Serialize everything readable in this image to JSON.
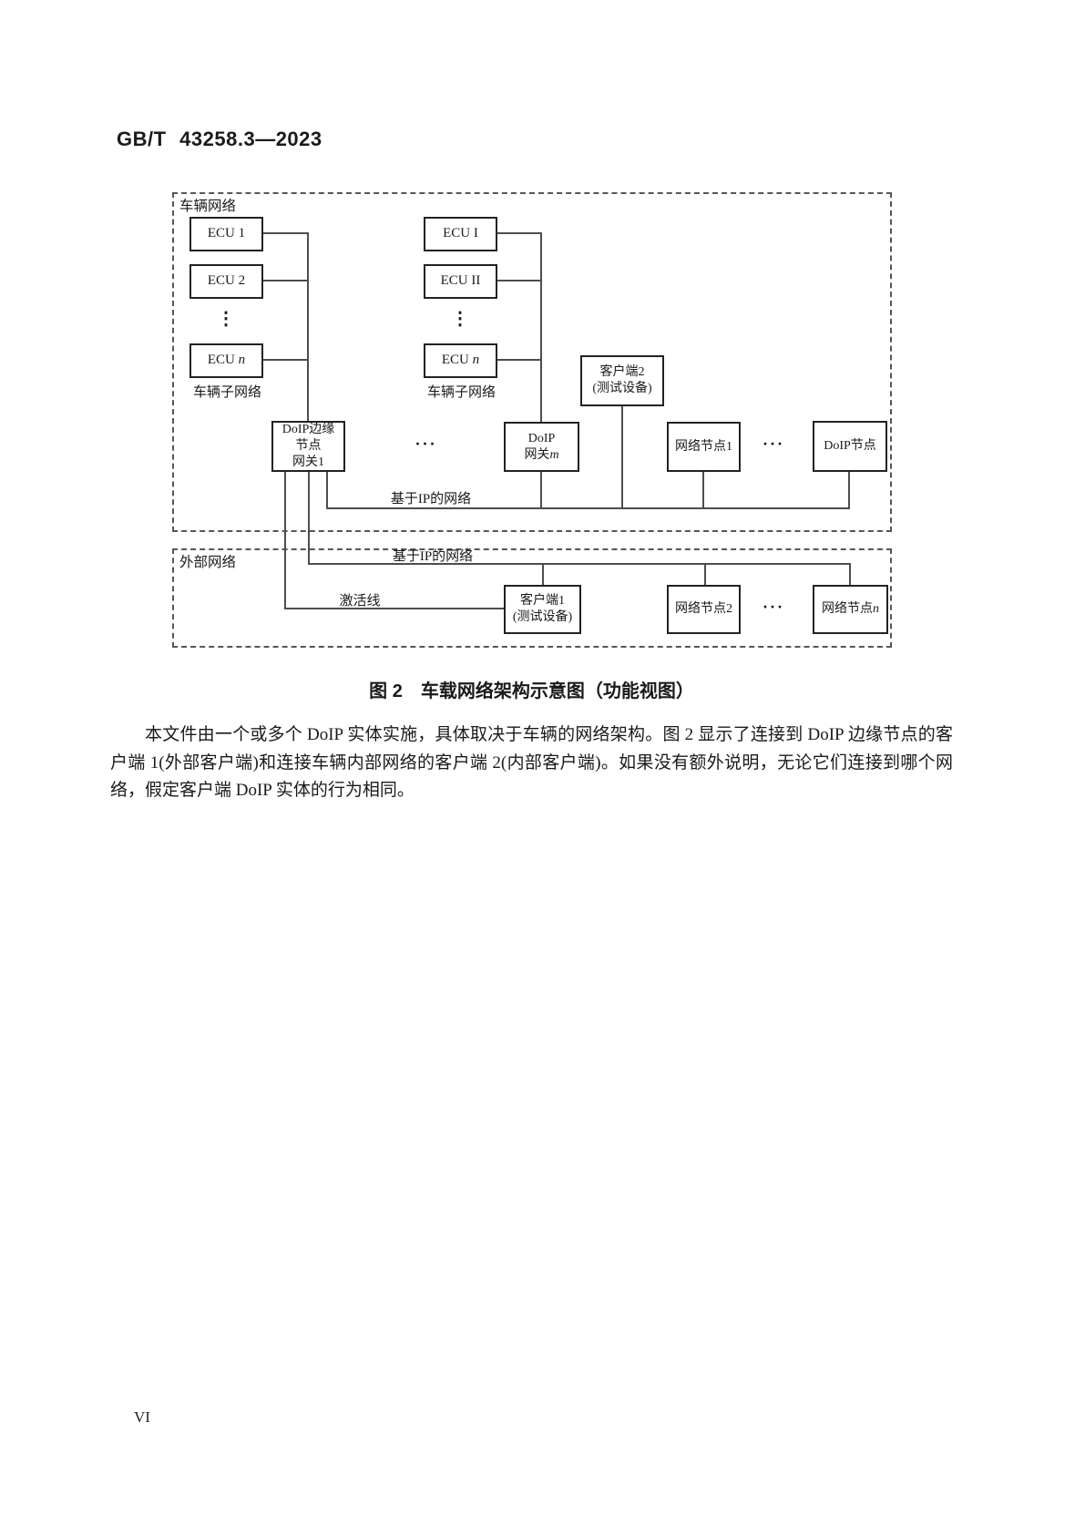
{
  "colors": {
    "ink": "#1a1a1a",
    "line": "#4d4d4d",
    "paper": "#ffffff"
  },
  "header": {
    "doc_number": "GB/T 43258.3—2023"
  },
  "figure": {
    "caption": "图 2　车载网络架构示意图（功能视图）",
    "vehicle_network_label": "车辆网络",
    "external_network_label": "外部网络",
    "subnet_label": "车辆子网络",
    "ip_network_label": "基于IP的网络",
    "activation_line_label": "激活线",
    "h_ellipsis": "···",
    "v_ellipsis": "⋮",
    "nodes": {
      "ecu1": "ECU 1",
      "ecu2": "ECU 2",
      "ecu_n_prefix": "ECU ",
      "ecu_n_var": "n",
      "ecu_i": "ECU I",
      "ecu_ii": "ECU II",
      "edge_gateway": "DoIP边缘\n节点\n网关1",
      "gateway_m_line1": "DoIP",
      "gateway_m_line2_prefix": "网关",
      "gateway_m_var": "m",
      "client2": "客户端2\n(测试设备)",
      "client1": "客户端1\n(测试设备)",
      "network_node1": "网络节点1",
      "network_node2": "网络节点2",
      "network_node_n_prefix": "网络节点",
      "network_node_n_var": "n",
      "doip_node": "DoIP节点"
    }
  },
  "body": {
    "paragraph": "本文件由一个或多个 DoIP 实体实施，具体取决于车辆的网络架构。图 2 显示了连接到 DoIP 边缘节点的客户端 1(外部客户端)和连接车辆内部网络的客户端 2(内部客户端)。如果没有额外说明，无论它们连接到哪个网络，假定客户端 DoIP 实体的行为相同。"
  },
  "footer": {
    "page_number": "VI"
  }
}
